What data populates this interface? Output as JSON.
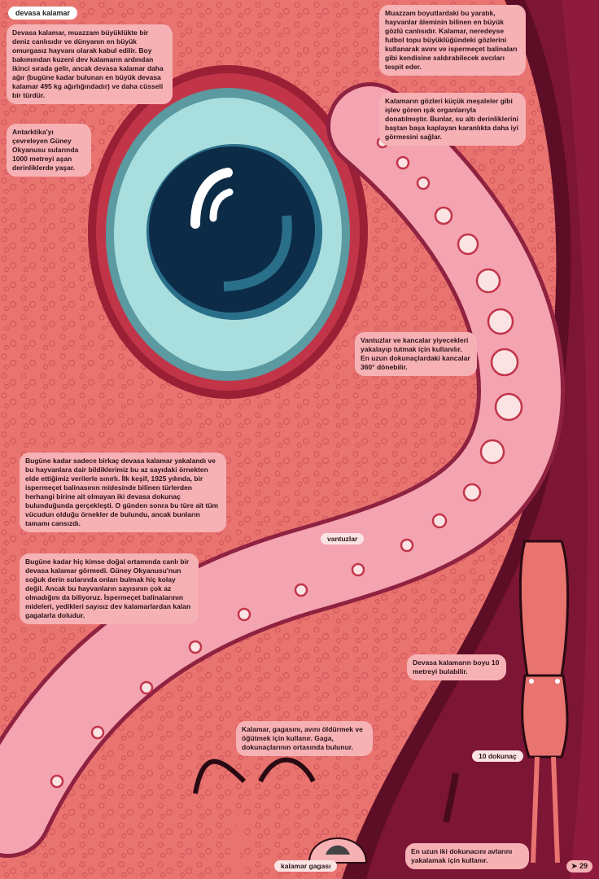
{
  "page_title": "devasa kalamar",
  "boxes": {
    "intro": "Devasa kalamar, muazzam büyüklükte bir deniz canlısıdır ve dünyanın en büyük omurgasız hayvanı olarak kabul edilir. Boy bakımından kuzeni dev kalamarın ardından ikinci sırada gelir, ancak devasa kalamar daha ağır (bugüne kadar bulunan en büyük devasa kalamar 495 kg ağırlığındadır) ve daha cüsseli bir türdür.",
    "habitat": "Antarktika'yı çevreleyen Güney Okyanusu sularında 1000 metreyi aşan derinliklerde yaşar.",
    "eye_size": "Muazzam boyutlardaki bu yaratık, hayvanlar âleminin bilinen en büyük gözlü canlısıdır. Kalamar, neredeyse futbol topu büyüklüğündeki gözlerini kullanarak avını ve ispermeçet balinaları gibi kendisine saldırabilecek avcıları tespit eder.",
    "eye_light": "Kalamarın gözleri küçük meşaleler gibi işlev gören ışık organlarıyla donatılmıştır. Bunlar, su altı derinliklerini baştan başa kaplayan karanlıkta daha iyi görmesini sağlar.",
    "hooks": "Vantuzlar ve kancalar yiyecekleri yakalayıp tutmak için kullanılır. En uzun dokunaçlardaki kancalar 360° dönebilir.",
    "discovery": "Bugüne kadar sadece birkaç devasa kalamar yakalandı ve bu hayvanlara dair bildiklerimiz bu az sayıdaki örnekten elde ettiğimiz verilerle sınırlı. İlk keşif, 1925 yılında, bir ispermeçet balinasının midesinde bilinen türlerden herhangi birine ait olmayan iki devasa dokunaç bulunduğunda gerçekleşti. O günden sonra bu türe ait tüm vücudun olduğu örnekler de bulundu, ancak bunların tamamı cansızdı.",
    "never_seen": "Bugüne kadar hiç kimse doğal ortamında canlı bir devasa kalamar görmedi. Güney Okyanusu'nun soğuk derin sularında onları bulmak hiç kolay değil. Ancak bu hayvanların sayısının çok az olmadığını da biliyoruz. İspermeçet balinalarının mideleri, yedikleri sayısız dev kalamarlardan kalan gagalarla doludur.",
    "beak": "Kalamar, gagasını, avını öldürmek ve öğütmek için kullanır. Gaga, dokunaçlarının ortasında bulunur.",
    "length": "Devasa kalamarın boyu 10 metreyi bulabilir.",
    "long_tentacles": "En uzun iki dokunacını avlarını yakalamak için kullanır."
  },
  "labels": {
    "suckers": "vantuzlar",
    "beak": "kalamar gagası",
    "tentacles": "10 dokunaç"
  },
  "page_number": "29",
  "colors": {
    "skin": "#e8736f",
    "deep": "#7d1534",
    "tentacle": "#f4a3b0",
    "iris": "#a9dede",
    "pupil": "#0c2b47",
    "box": "#f6b1b5"
  }
}
